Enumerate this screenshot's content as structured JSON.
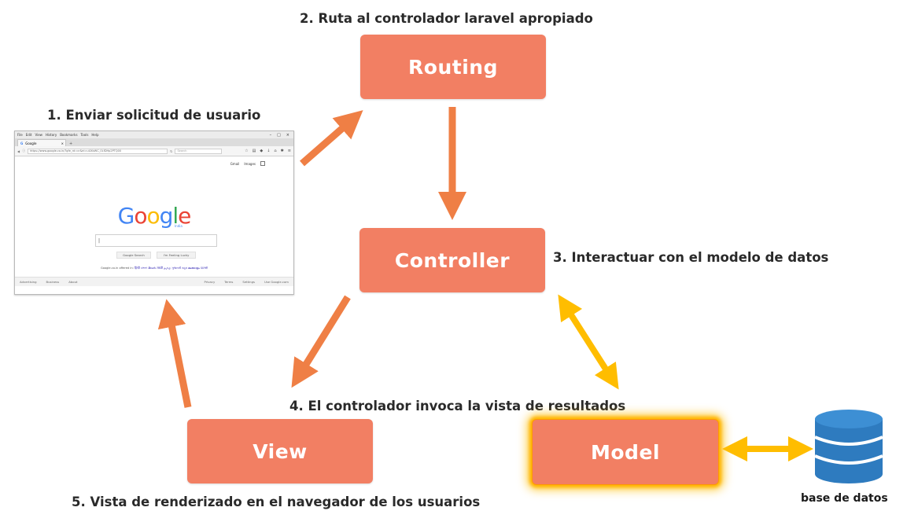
{
  "steps": {
    "step1": "1. Enviar solicitud de usuario",
    "step2": "2. Ruta al controlador laravel apropiado",
    "step3": "3. Interactuar con el modelo de datos",
    "step4": "4. El controlador invoca la vista de resultados",
    "step5": "5. Vista de renderizado en el navegador de los usuarios"
  },
  "boxes": {
    "routing": "Routing",
    "controller": "Controller",
    "view": "View",
    "model": "Model"
  },
  "database": {
    "label": "base de datos"
  },
  "browser": {
    "menu": [
      "File",
      "Edit",
      "View",
      "History",
      "Bookmarks",
      "Tools",
      "Help"
    ],
    "window_controls": [
      "–",
      "□",
      "×"
    ],
    "tab_label": "Google",
    "tab_close": "×",
    "new_tab": "+",
    "url": "https://www.google.co.in/?gfe_rd=cr&ei=uUXbWC_0LfDHp2PTQ00",
    "search_placeholder": "Search",
    "top_links": [
      "Gmail",
      "Images"
    ],
    "logo_letters": [
      "G",
      "o",
      "o",
      "g",
      "l",
      "e"
    ],
    "logo_sub": "India",
    "search_btn": "Google Search",
    "lucky_btn": "I'm Feeling Lucky",
    "offered_prefix": "Google.co.in offered in:",
    "offered_langs": "हिन्दी বাংলা తెలుగు मराठी தமிழ் ગુજરાતી ಕನ್ನಡ മലയാളം ਪੰਜਾਬੀ",
    "footer_left": [
      "Advertising",
      "Business",
      "About"
    ],
    "footer_right": [
      "Privacy",
      "Terms",
      "Settings",
      "Use Google.com"
    ]
  },
  "colors": {
    "box_fill": "#f27f63",
    "arrow_orange": "#ef7f45",
    "arrow_yellow": "#ffbd00",
    "db_blue": "#2e7bbf"
  }
}
